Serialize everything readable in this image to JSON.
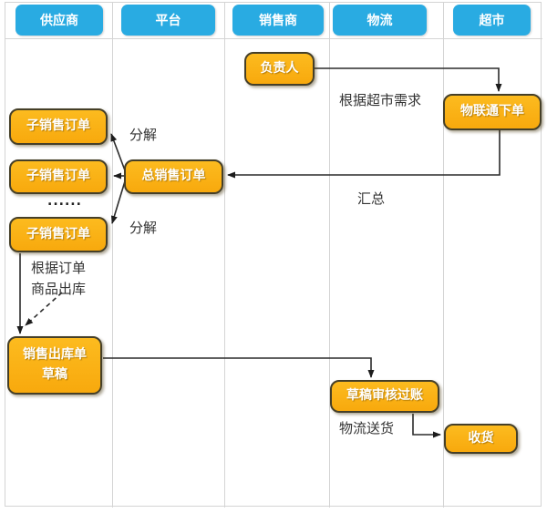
{
  "diagram": {
    "title_hint": "swimlane-flowchart",
    "lanes": [
      {
        "label": "供应商"
      },
      {
        "label": "平台"
      },
      {
        "label": "销售商"
      },
      {
        "label": "物流"
      },
      {
        "label": "超市"
      }
    ],
    "nodes": {
      "fuzeren": {
        "label": "负责人"
      },
      "wuliantong": {
        "label": "物联通下单"
      },
      "zi1": {
        "label": "子销售订单"
      },
      "zi2": {
        "label": "子销售订单"
      },
      "zi3": {
        "label": "子销售订单"
      },
      "zong": {
        "label": "总销售订单"
      },
      "chuku": {
        "line1": "销售出库单",
        "line2": "草稿"
      },
      "shenhe": {
        "label": "草稿审核过账"
      },
      "shouhuo": {
        "label": "收货"
      }
    },
    "annotations": {
      "genju_xuqiu": "根据超市需求",
      "huizong": "汇总",
      "fenjie_top": "分解",
      "fenjie_bottom": "分解",
      "ellipsis": "......",
      "genju_dingdan": "根据订单",
      "shangpin_chuku": "商品出库",
      "wuliu_songhuo": "物流送货"
    },
    "colors": {
      "lane_header": "#29abe2",
      "node_fill": "#f9ad12",
      "node_border": "#453f28",
      "node_text": "#ffffff",
      "grid_line": "#d4d4d4",
      "arrow": "#2b2b2b",
      "note_text": "#333333"
    }
  }
}
